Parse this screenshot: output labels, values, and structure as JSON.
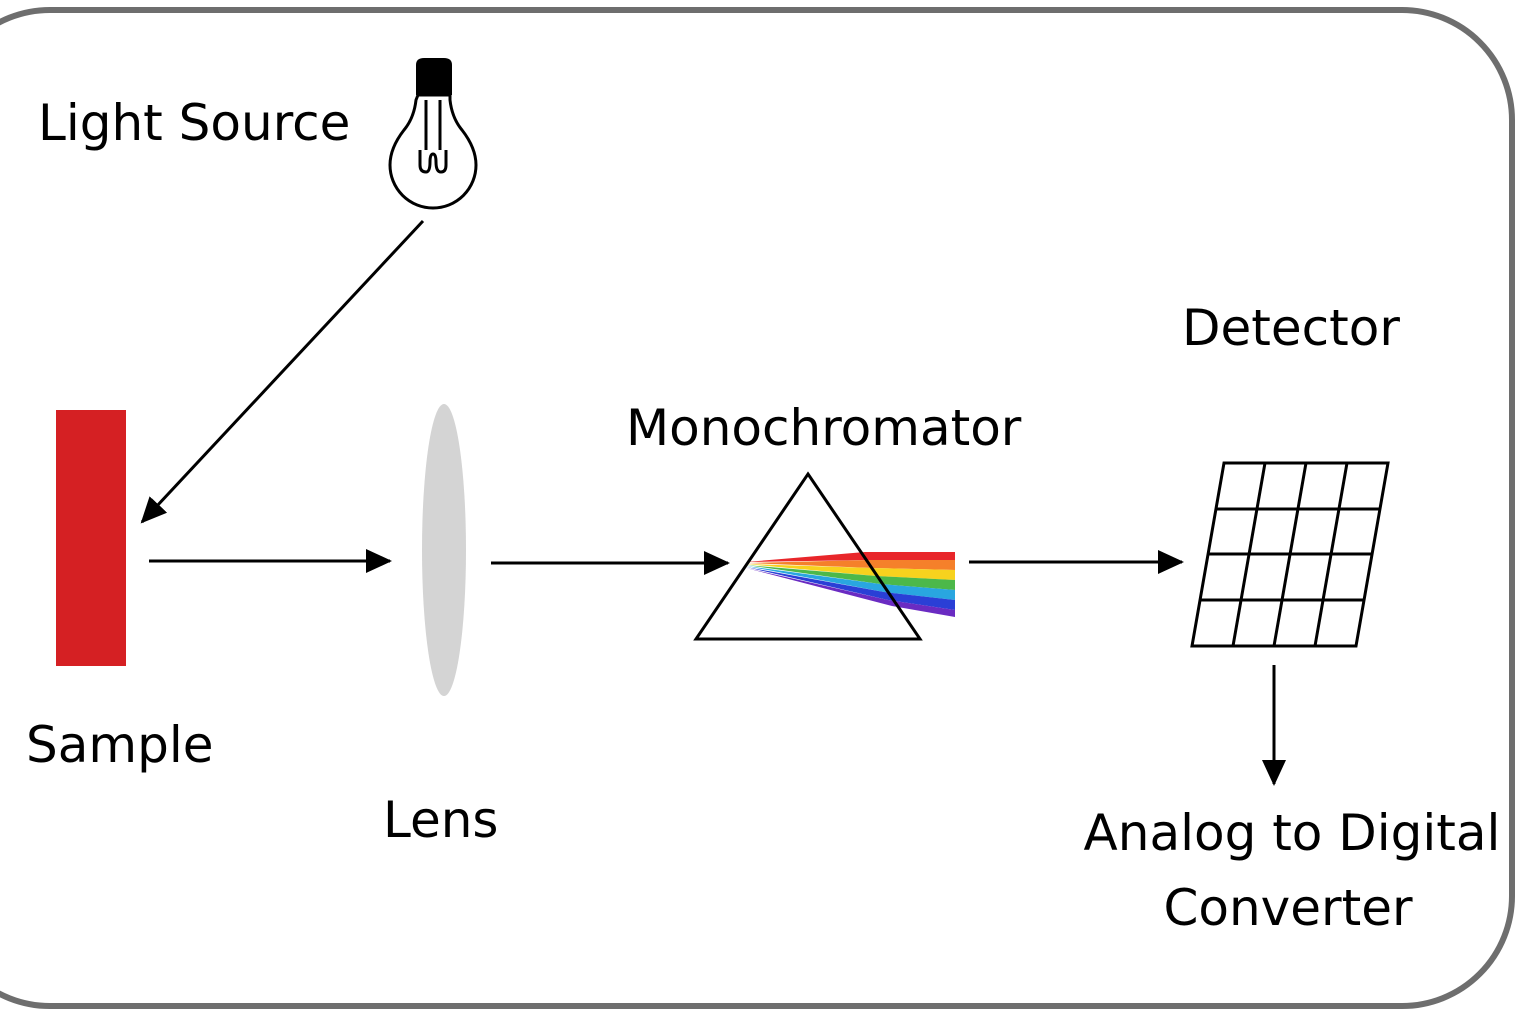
{
  "labels": {
    "light_source": "Light Source",
    "sample": "Sample",
    "lens": "Lens",
    "monochromator": "Monochromator",
    "detector": "Detector",
    "adc_line1": "Analog to Digital",
    "adc_line2": "Converter"
  },
  "colors": {
    "frame": "#6e6e6e",
    "sample": "#d52023",
    "lens": "#d4d4d4",
    "stroke": "#000000",
    "spectrum": [
      "#e8262a",
      "#f5802a",
      "#f7d21e",
      "#4cb84a",
      "#29a6e0",
      "#2a3fd6",
      "#6a2bc2"
    ]
  },
  "icons": {
    "light_source": "light-bulb-icon",
    "monochromator": "prism-icon",
    "detector": "sensor-grid-icon"
  }
}
